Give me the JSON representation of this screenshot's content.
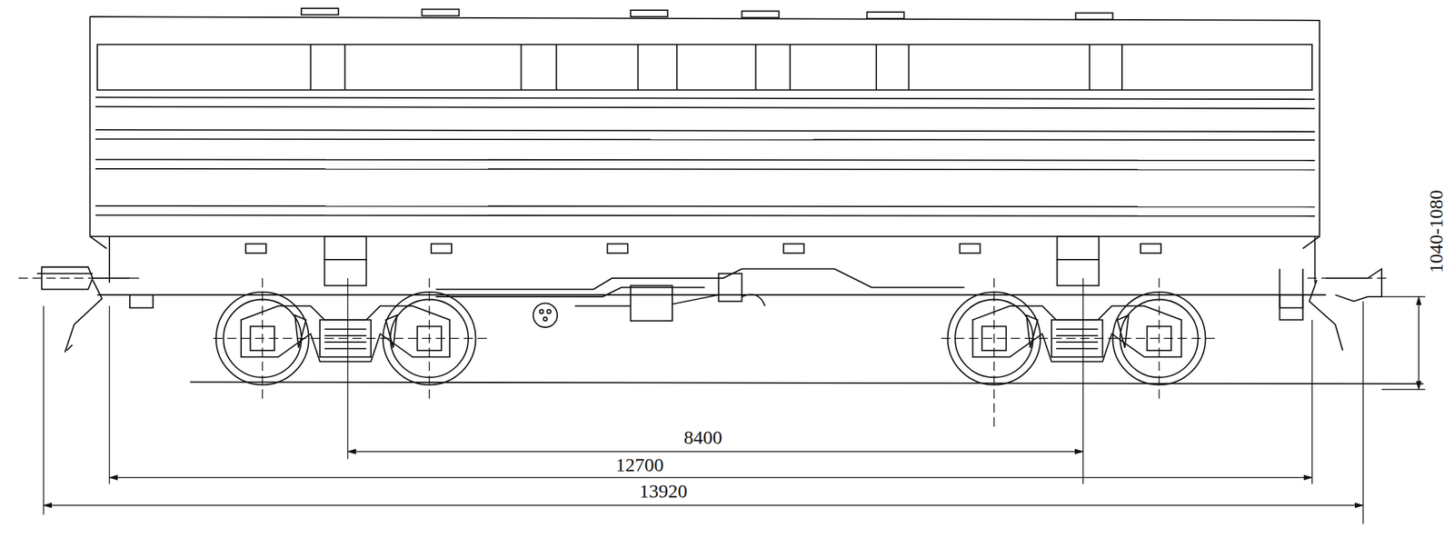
{
  "diagram": {
    "labels": [
      "1040-1080",
      "8400",
      "12700",
      "13920"
    ]
  }
}
